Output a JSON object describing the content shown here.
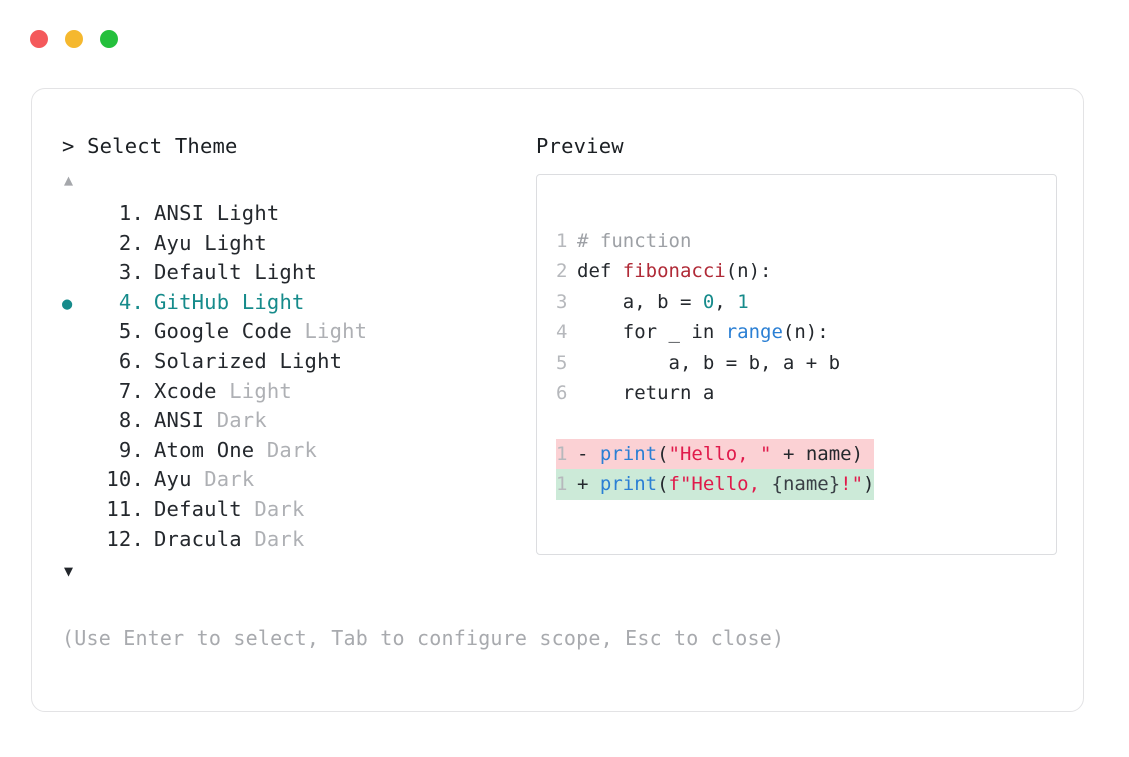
{
  "window": {
    "dots": [
      {
        "name": "close",
        "color": "#f4595b"
      },
      {
        "name": "minimize",
        "color": "#f5b82e"
      },
      {
        "name": "maximize",
        "color": "#24c03c"
      }
    ]
  },
  "left_panel": {
    "prompt_symbol": ">",
    "title": "Select Theme",
    "scroll_up_glyph": "▲",
    "scroll_down_glyph": "▼",
    "selected_index": 4,
    "selected_bullet": "●",
    "items": [
      {
        "index": "1.",
        "name": "ANSI",
        "variant": "Light",
        "variant_dim": false,
        "selected": false
      },
      {
        "index": "2.",
        "name": "Ayu",
        "variant": "Light",
        "variant_dim": false,
        "selected": false
      },
      {
        "index": "3.",
        "name": "Default",
        "variant": "Light",
        "variant_dim": false,
        "selected": false
      },
      {
        "index": "4.",
        "name": "GitHub",
        "variant": "Light",
        "variant_dim": false,
        "selected": true
      },
      {
        "index": "5.",
        "name": "Google Code",
        "variant": "Light",
        "variant_dim": true,
        "selected": false
      },
      {
        "index": "6.",
        "name": "Solarized",
        "variant": "Light",
        "variant_dim": false,
        "selected": false
      },
      {
        "index": "7.",
        "name": "Xcode",
        "variant": "Light",
        "variant_dim": true,
        "selected": false
      },
      {
        "index": "8.",
        "name": "ANSI",
        "variant": "Dark",
        "variant_dim": true,
        "selected": false
      },
      {
        "index": "9.",
        "name": "Atom One",
        "variant": "Dark",
        "variant_dim": true,
        "selected": false
      },
      {
        "index": "10.",
        "name": "Ayu",
        "variant": "Dark",
        "variant_dim": true,
        "selected": false
      },
      {
        "index": "11.",
        "name": "Default",
        "variant": "Dark",
        "variant_dim": true,
        "selected": false
      },
      {
        "index": "12.",
        "name": "Dracula",
        "variant": "Dark",
        "variant_dim": true,
        "selected": false
      }
    ]
  },
  "right_panel": {
    "title": "Preview",
    "code_lines": [
      {
        "number": "1",
        "tokens": [
          {
            "t": "# function",
            "c": "comment"
          }
        ]
      },
      {
        "number": "2",
        "tokens": [
          {
            "t": "def ",
            "c": "kw"
          },
          {
            "t": "fibonacci",
            "c": "fn-def"
          },
          {
            "t": "(n):",
            "c": "plain"
          }
        ]
      },
      {
        "number": "3",
        "tokens": [
          {
            "t": "    a, b = ",
            "c": "plain"
          },
          {
            "t": "0",
            "c": "num"
          },
          {
            "t": ", ",
            "c": "plain"
          },
          {
            "t": "1",
            "c": "num"
          }
        ]
      },
      {
        "number": "4",
        "tokens": [
          {
            "t": "    for _ in ",
            "c": "plain"
          },
          {
            "t": "range",
            "c": "builtin"
          },
          {
            "t": "(n):",
            "c": "plain"
          }
        ]
      },
      {
        "number": "5",
        "tokens": [
          {
            "t": "        a, b = b, a + b",
            "c": "plain"
          }
        ]
      },
      {
        "number": "6",
        "tokens": [
          {
            "t": "    return a",
            "c": "plain"
          }
        ]
      }
    ],
    "diff_lines": [
      {
        "number": "1",
        "kind": "del",
        "mark": "-",
        "tokens": [
          {
            "t": "print",
            "c": "builtin"
          },
          {
            "t": "(",
            "c": "plain"
          },
          {
            "t": "\"Hello, \"",
            "c": "str"
          },
          {
            "t": " + name)",
            "c": "plain"
          }
        ]
      },
      {
        "number": "1",
        "kind": "add",
        "mark": "+",
        "tokens": [
          {
            "t": "print",
            "c": "builtin"
          },
          {
            "t": "(",
            "c": "plain"
          },
          {
            "t": "f\"Hello, ",
            "c": "str"
          },
          {
            "t": "{name}",
            "c": "interp"
          },
          {
            "t": "!\"",
            "c": "str"
          },
          {
            "t": ")",
            "c": "plain"
          }
        ]
      }
    ]
  },
  "footer": {
    "hint": "(Use Enter to select, Tab to configure scope, Esc to close)"
  },
  "colors": {
    "accent_teal": "#168b8b",
    "text": "#24282d",
    "dim_text": "#aeb0b4",
    "border": "#e3e3e5",
    "diff_del_bg": "#fbd1d4",
    "diff_add_bg": "#ccead8",
    "string_red": "#e01a4b",
    "builtin_blue": "#2a7fd4",
    "fn_red": "#b02a37"
  }
}
